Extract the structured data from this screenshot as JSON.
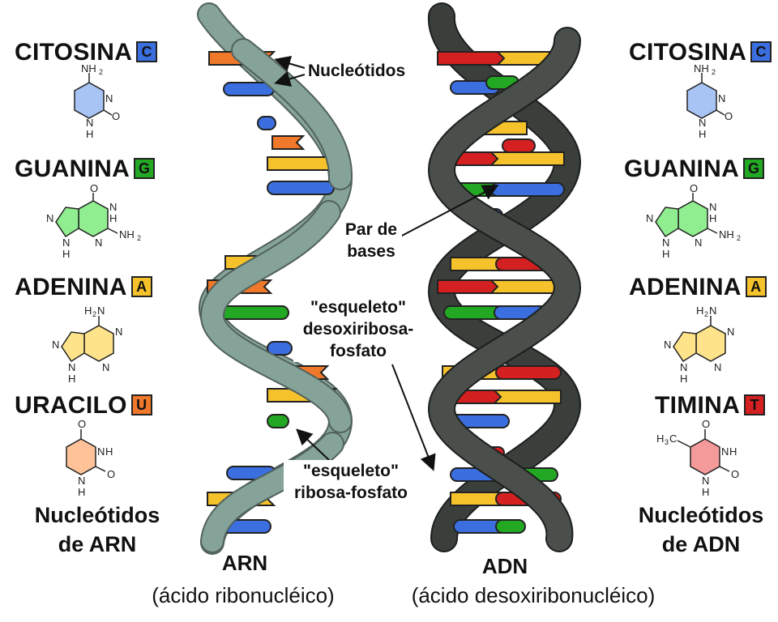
{
  "colors": {
    "cytosine": "#3b6fe0",
    "guanine": "#22a822",
    "adenine": "#f5c22b",
    "uracil": "#f0782a",
    "thymine": "#d42020",
    "rna_backbone": "#7f9a92",
    "dna_backbone": "#3b3f3c"
  },
  "left_panel": {
    "bases": [
      {
        "name": "CITOSINA",
        "letter": "C"
      },
      {
        "name": "GUANINA",
        "letter": "G"
      },
      {
        "name": "ADENINA",
        "letter": "A"
      },
      {
        "name": "URACILO",
        "letter": "U"
      }
    ],
    "caption_line1": "Nucleótidos",
    "caption_line2": "de ARN"
  },
  "right_panel": {
    "bases": [
      {
        "name": "CITOSINA",
        "letter": "C"
      },
      {
        "name": "GUANINA",
        "letter": "G"
      },
      {
        "name": "ADENINA",
        "letter": "A"
      },
      {
        "name": "TIMINA",
        "letter": "T"
      }
    ],
    "caption_line1": "Nucleótidos",
    "caption_line2": "de ADN"
  },
  "structure_labels": {
    "NH2": "NH",
    "N": "N",
    "O": "O",
    "H": "H",
    "H2N": "H",
    "H3C": "H",
    "sub2": "2",
    "sub3": "3",
    "C": "C"
  },
  "annotations": {
    "nucleotides": "Nucleótidos",
    "base_pair_line1": "Par de",
    "base_pair_line2": "bases",
    "dna_backbone_line1": "\"esqueleto\"",
    "dna_backbone_line2": "desoxiribosa-",
    "dna_backbone_line3": "fosfato",
    "rna_backbone_line1": "\"esqueleto\"",
    "rna_backbone_line2": "ribosa-fosfato"
  },
  "bottom": {
    "rna_title": "ARN",
    "rna_subtitle": "(ácido ribonucléico)",
    "dna_title": "ADN",
    "dna_subtitle": "(ácido desoxiribonucléico)"
  }
}
